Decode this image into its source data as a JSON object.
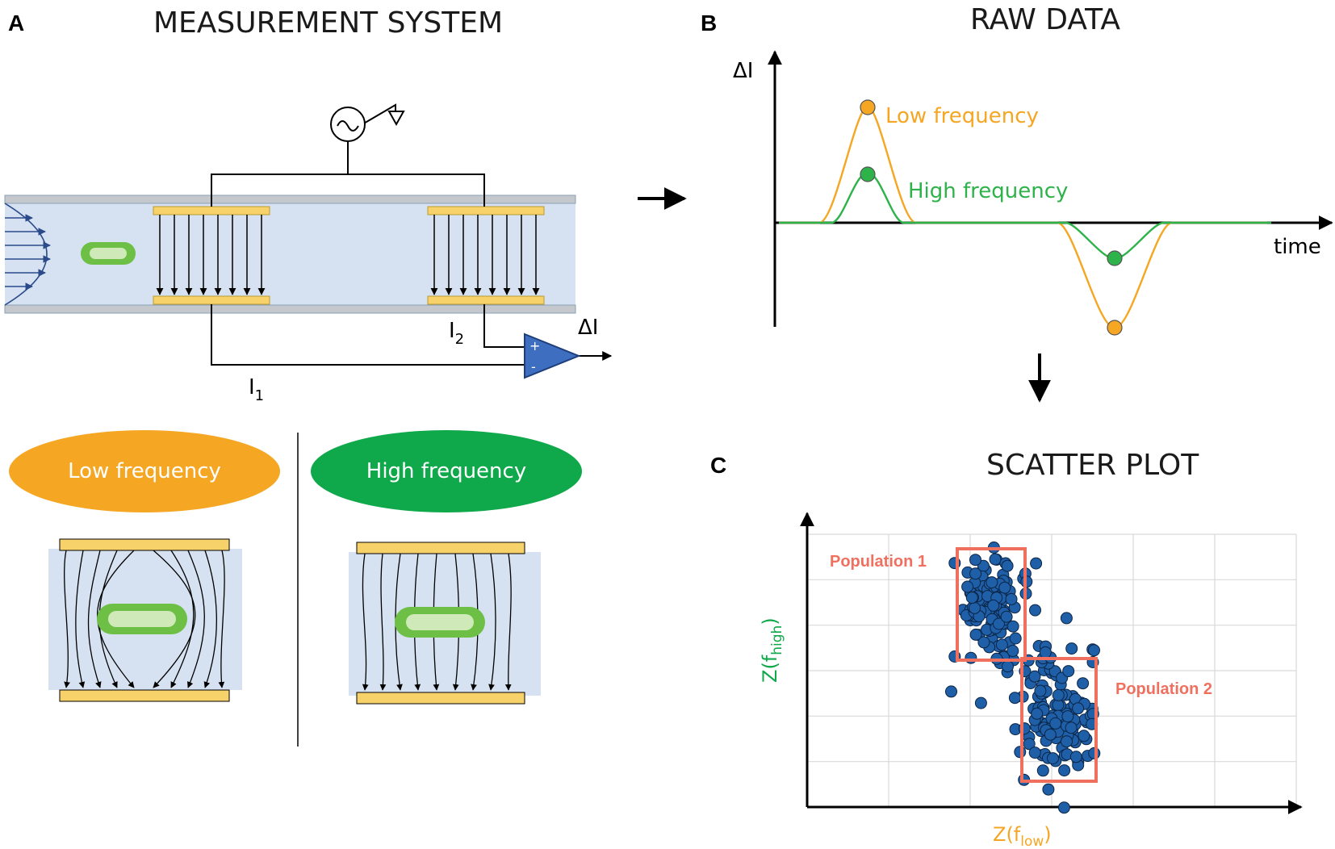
{
  "panels": {
    "a": {
      "letter": "A",
      "title": "MEASUREMENT SYSTEM"
    },
    "b": {
      "letter": "B",
      "title": "RAW DATA"
    },
    "c": {
      "letter": "C",
      "title": "SCATTER PLOT"
    }
  },
  "circuit": {
    "i1_main": "I",
    "i1_sub": "1",
    "i2_main": "I",
    "i2_sub": "2",
    "output_label": "ΔI",
    "opamp_plus": "+",
    "opamp_minus": "-"
  },
  "frequency_panels": {
    "low": {
      "label": "Low frequency",
      "color": "#f5a623"
    },
    "high": {
      "label": "High frequency",
      "color": "#0fa84a"
    }
  },
  "raw_data": {
    "y_label": "ΔI",
    "x_label": "time",
    "series": [
      {
        "name": "Low frequency",
        "color": "#f5a623"
      },
      {
        "name": "High frequency",
        "color": "#2db34a"
      }
    ]
  },
  "scatter": {
    "x_label_main": "Z(f",
    "x_label_sub": "low",
    "x_label_end": ")",
    "y_label_main": "Z(f",
    "y_label_sub": "high",
    "y_label_end": ")",
    "axis_label_colors": {
      "x": "#f5a623",
      "y": "#0fa84a"
    },
    "population_1": "Population 1",
    "population_2": "Population 2",
    "population_color": "#f07060",
    "point_color": "#1f5fa8"
  }
}
